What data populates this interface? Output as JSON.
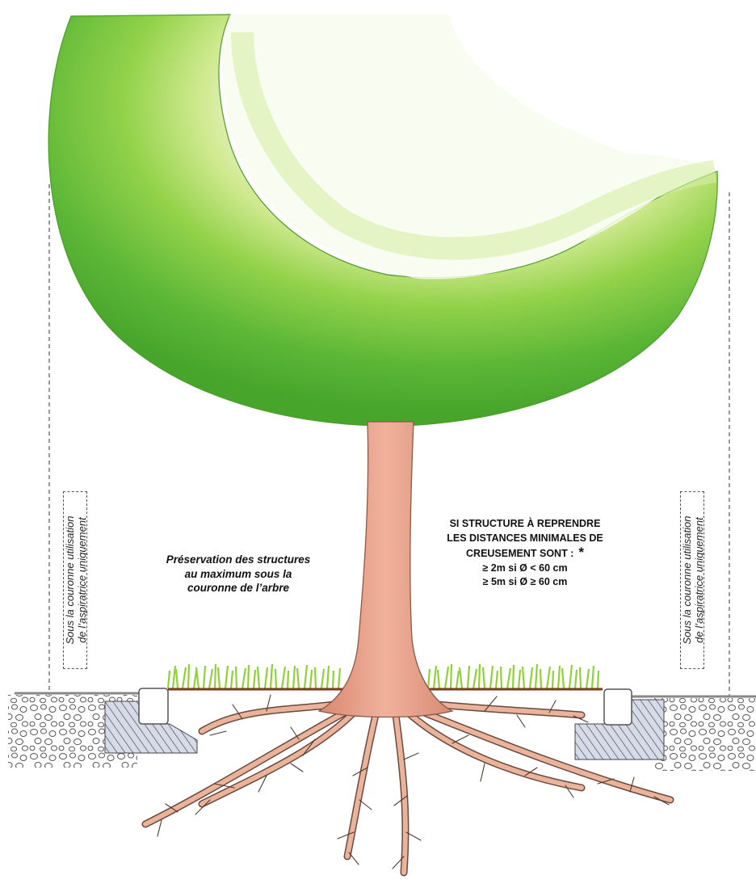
{
  "labels": {
    "crown_left": {
      "line1": "Sous la couronne utilisation",
      "line2": "de l’aspiratrice uniquement"
    },
    "crown_right": {
      "line1": "Sous la couronne utilisation",
      "line2": "de l’aspiratrice uniquement"
    },
    "preservation": {
      "line1": "Préservation des structures",
      "line2": "au maximum sous la",
      "line3": "couronne de l’arbre"
    },
    "distances": {
      "line1": "SI STRUCTURE À REPRENDRE",
      "line2": "LES DISTANCES MINIMALES DE",
      "line3": "CREUSEMENT SONT :",
      "asterisk": "*",
      "line4": "≥ 2m si Ø < 60 cm",
      "line5": "≥ 5m si Ø ≥ 60 cm"
    }
  },
  "colors": {
    "canopy_dark": "#52b12f",
    "canopy_mid": "#8fd040",
    "canopy_light": "#e6f5b8",
    "trunk": "#e7a18a",
    "trunk_outline": "#8a5a48",
    "grass": "#8fd13a",
    "soil_line": "#7b3b1e",
    "root": "#e9b39c",
    "root_outline": "#6b4a3c",
    "foundation_hatch": "#9aa3b5",
    "ground_line": "#888888"
  }
}
